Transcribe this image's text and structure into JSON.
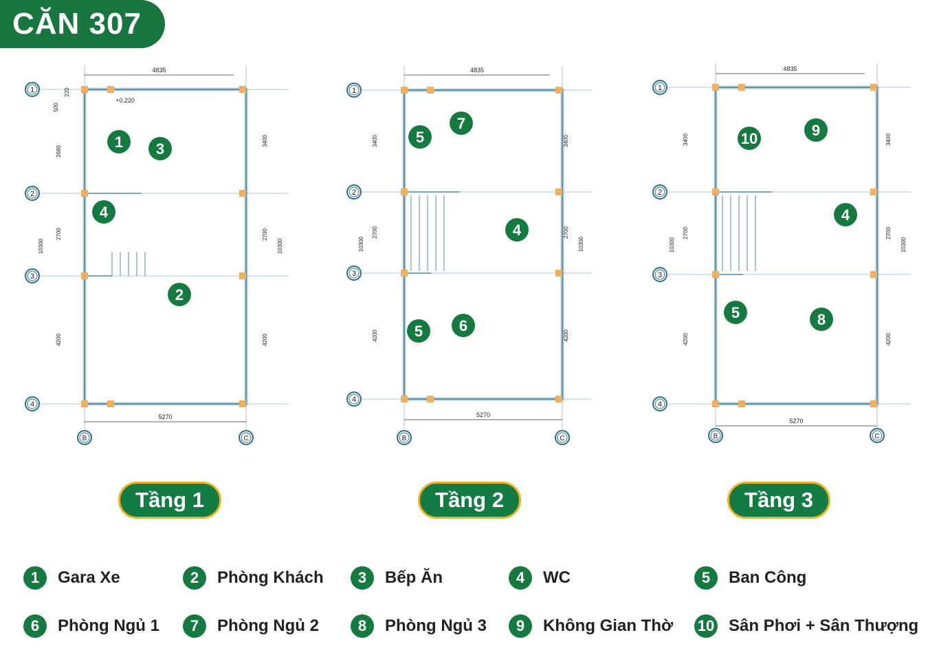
{
  "title": "CĂN 307",
  "colors": {
    "brand_green": "#157a3f",
    "pill_border": "#f2b01e",
    "plan_line": "#2a6f8a",
    "column": "#f0b060"
  },
  "floors": [
    {
      "label": "Tầng 1",
      "axes_rows": [
        "1",
        "2",
        "3",
        "4"
      ],
      "axes_cols": [
        "B",
        "C"
      ],
      "dim_top": "4835",
      "dim_bottom": "5270",
      "dims_left": [
        "500",
        "220",
        "2680",
        "2700",
        "4200",
        "10300"
      ],
      "dims_right": [
        "3400",
        "2700",
        "4200",
        "10300"
      ],
      "level": "+0.220",
      "rooms": [
        "1",
        "3",
        "4",
        "2"
      ]
    },
    {
      "label": "Tầng 2",
      "axes_rows": [
        "1",
        "2",
        "3",
        "4"
      ],
      "axes_cols": [
        "B",
        "C"
      ],
      "dim_top": "4835",
      "dim_bottom": "5270",
      "dims_left": [
        "3400",
        "2700",
        "4200",
        "10300"
      ],
      "dims_right": [
        "3400",
        "2700",
        "4200",
        "10300"
      ],
      "rooms": [
        "5",
        "7",
        "4",
        "5",
        "6"
      ]
    },
    {
      "label": "Tầng 3",
      "axes_rows": [
        "1",
        "2",
        "3",
        "4"
      ],
      "axes_cols": [
        "B",
        "C"
      ],
      "dim_top": "4835",
      "dim_bottom": "5270",
      "dims_left": [
        "3400",
        "2700",
        "4200",
        "10300"
      ],
      "dims_right": [
        "3400",
        "2700",
        "4200",
        "10300"
      ],
      "rooms": [
        "10",
        "9",
        "4",
        "5",
        "8"
      ]
    }
  ],
  "legend": [
    {
      "num": "1",
      "label": "Gara Xe"
    },
    {
      "num": "2",
      "label": "Phòng Khách"
    },
    {
      "num": "3",
      "label": "Bếp Ăn"
    },
    {
      "num": "4",
      "label": "WC"
    },
    {
      "num": "5",
      "label": "Ban Công"
    },
    {
      "num": "6",
      "label": "Phòng Ngủ 1"
    },
    {
      "num": "7",
      "label": "Phòng Ngủ 2"
    },
    {
      "num": "8",
      "label": "Phòng Ngủ 3"
    },
    {
      "num": "9",
      "label": "Không Gian Thờ"
    },
    {
      "num": "10",
      "label": "Sân Phơi + Sân Thượng"
    }
  ]
}
